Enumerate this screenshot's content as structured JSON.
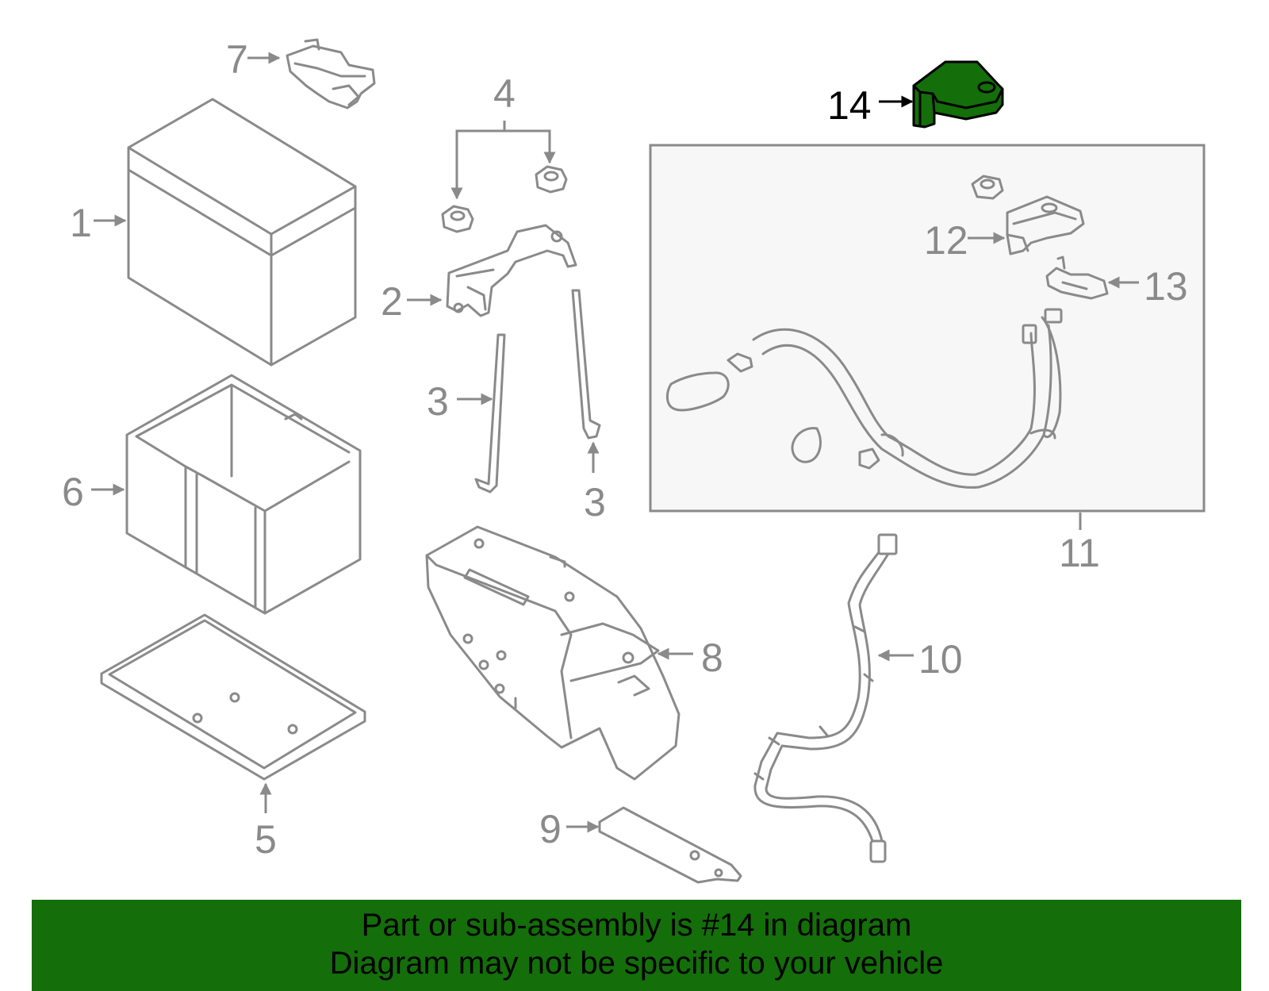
{
  "callouts": {
    "c1": "1",
    "c2": "2",
    "c3a": "3",
    "c3b": "3",
    "c4": "4",
    "c5": "5",
    "c6": "6",
    "c7": "7",
    "c8": "8",
    "c9": "9",
    "c10": "10",
    "c11": "11",
    "c12": "12",
    "c13": "13",
    "c14": "14"
  },
  "highlighted_part": "14",
  "colors": {
    "highlight": "#146e0a",
    "line": "#8a8a8a",
    "subassembly_box_bg": "#f7f7f7",
    "banner_bg": "#146e0a"
  },
  "banner": {
    "line1": "Part or sub-assembly is #14 in diagram",
    "line2": "Diagram may not be specific to your vehicle"
  }
}
